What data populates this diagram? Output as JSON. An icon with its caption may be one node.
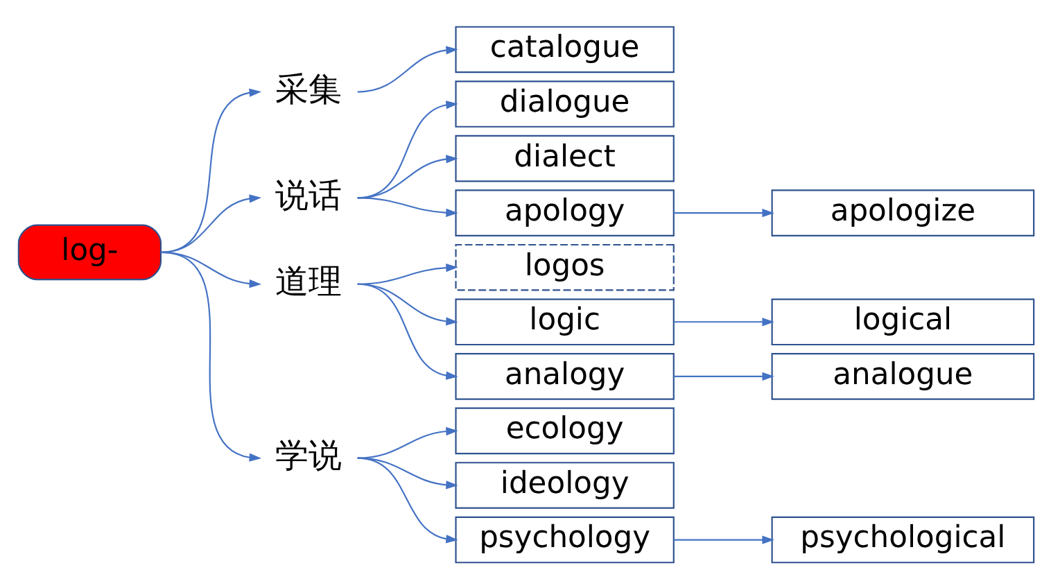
{
  "diagram": {
    "nodes": [
      {
        "text": [
          "log-"
        ]
      },
      {
        "text": [
          "采集"
        ]
      },
      {
        "text": [
          "catalogue"
        ]
      },
      {
        "text": [
          "说话"
        ]
      },
      {
        "text": [
          "dialogue"
        ]
      },
      {
        "text": [
          "dialect"
        ]
      },
      {
        "text": [
          "apology"
        ]
      },
      {
        "text": [
          "apologize"
        ]
      },
      {
        "text": [
          "道理"
        ]
      },
      {
        "text": [
          "logos"
        ]
      },
      {
        "text": [
          "logic"
        ]
      },
      {
        "text": [
          "logical"
        ]
      },
      {
        "text": [
          "analogy"
        ]
      },
      {
        "text": [
          "analogue"
        ]
      },
      {
        "text": [
          "学说"
        ]
      },
      {
        "text": [
          "ecology"
        ]
      },
      {
        "text": [
          "ideology"
        ]
      },
      {
        "text": [
          "psychology"
        ]
      },
      {
        "text": [
          "psychological"
        ]
      }
    ],
    "edges": [
      {
        "from": 0,
        "to": 1,
        "arrow": "to"
      },
      {
        "from": 0,
        "to": 3,
        "arrow": "to"
      },
      {
        "from": 0,
        "to": 8,
        "arrow": "to"
      },
      {
        "from": 0,
        "to": 14,
        "arrow": "to"
      },
      {
        "from": 1,
        "to": 2,
        "arrow": "to"
      },
      {
        "from": 3,
        "to": 4,
        "arrow": "to"
      },
      {
        "from": 3,
        "to": 5,
        "arrow": "to"
      },
      {
        "from": 3,
        "to": 6,
        "arrow": "to"
      },
      {
        "from": 6,
        "to": 7,
        "arrow": "to"
      },
      {
        "from": 8,
        "to": 9,
        "arrow": "to"
      },
      {
        "from": 8,
        "to": 10,
        "arrow": "to"
      },
      {
        "from": 8,
        "to": 12,
        "arrow": "to"
      },
      {
        "from": 10,
        "to": 11,
        "arrow": "to"
      },
      {
        "from": 12,
        "to": 13,
        "arrow": "to"
      },
      {
        "from": 14,
        "to": 15,
        "arrow": "to"
      },
      {
        "from": 14,
        "to": 16,
        "arrow": "to"
      },
      {
        "from": 14,
        "to": 17,
        "arrow": "to"
      },
      {
        "from": 17,
        "to": 18,
        "arrow": "to"
      }
    ]
  }
}
